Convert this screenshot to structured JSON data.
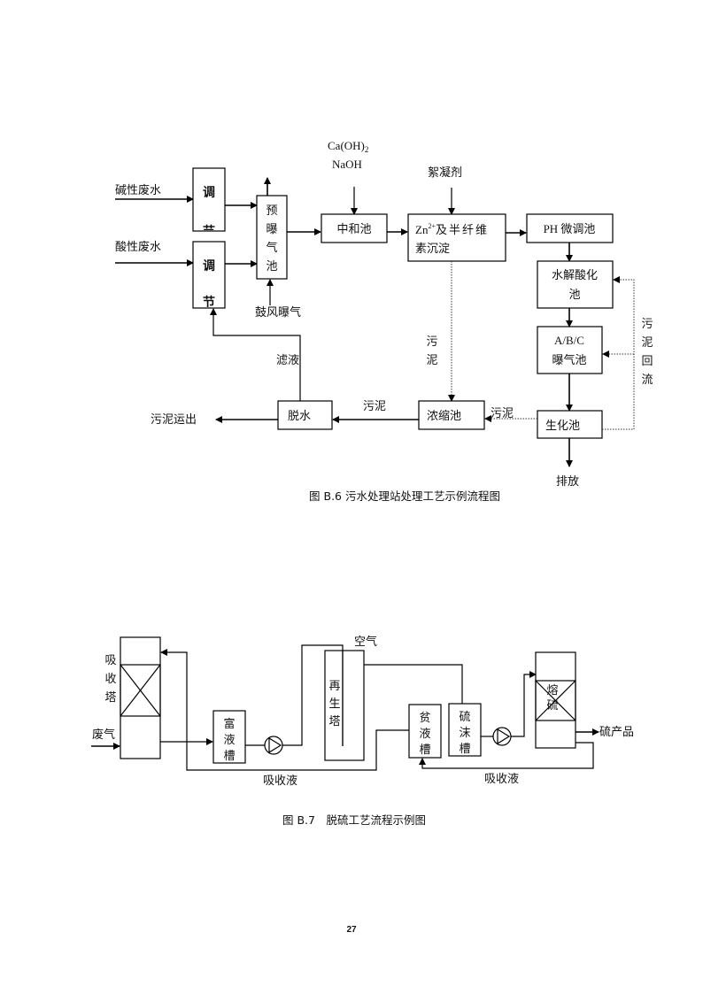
{
  "figure_b6": {
    "caption": "图 B.6 污水处理站处理工艺示例流程图",
    "inputs": {
      "alkaline": "碱性废水",
      "acidic": "酸性废水"
    },
    "regulate_1": {
      "top": "调",
      "bottom": "节"
    },
    "regulate_2": {
      "top": "调",
      "bottom": "节"
    },
    "pre_aeration": "预曝气池",
    "blower": "鼓风曝气",
    "reagent_1": "Ca(OH)",
    "reagent_1_sub": "2",
    "reagent_2": "NaOH",
    "neutralization": "中和池",
    "flocculant": "絮凝剂",
    "precip_line1_a": "Zn",
    "precip_line1_sup": "2+",
    "precip_line1_b": "及半纤维",
    "precip_line2": "素沉淀",
    "ph_tank": "PH 微调池",
    "hydrolysis_line1": "水解酸化",
    "hydrolysis_line2": "池",
    "abc_line1": "A/B/C",
    "abc_line2": "曝气池",
    "bio_tank": "生化池",
    "discharge": "排放",
    "sludge_return": "污泥回流",
    "sludge_v": "污泥",
    "sludge_1": "污泥",
    "sludge_2": "污泥",
    "thickener": "浓缩池",
    "dewater": "脱水",
    "filtrate": "滤液",
    "sludge_out": "污泥运出"
  },
  "figure_b7": {
    "caption": "图 B.7　脱硫工艺流程示例图",
    "absorber": "吸收塔",
    "waste_gas": "废气",
    "rich_tank": "富液槽",
    "air": "空气",
    "regen": "再生塔",
    "lean_tank": "贫液槽",
    "foam_tank": "硫沫槽",
    "melt": "熔硫",
    "product": "硫产品",
    "absorbent_1": "吸收液",
    "absorbent_2": "吸收液"
  },
  "page_number": "27"
}
